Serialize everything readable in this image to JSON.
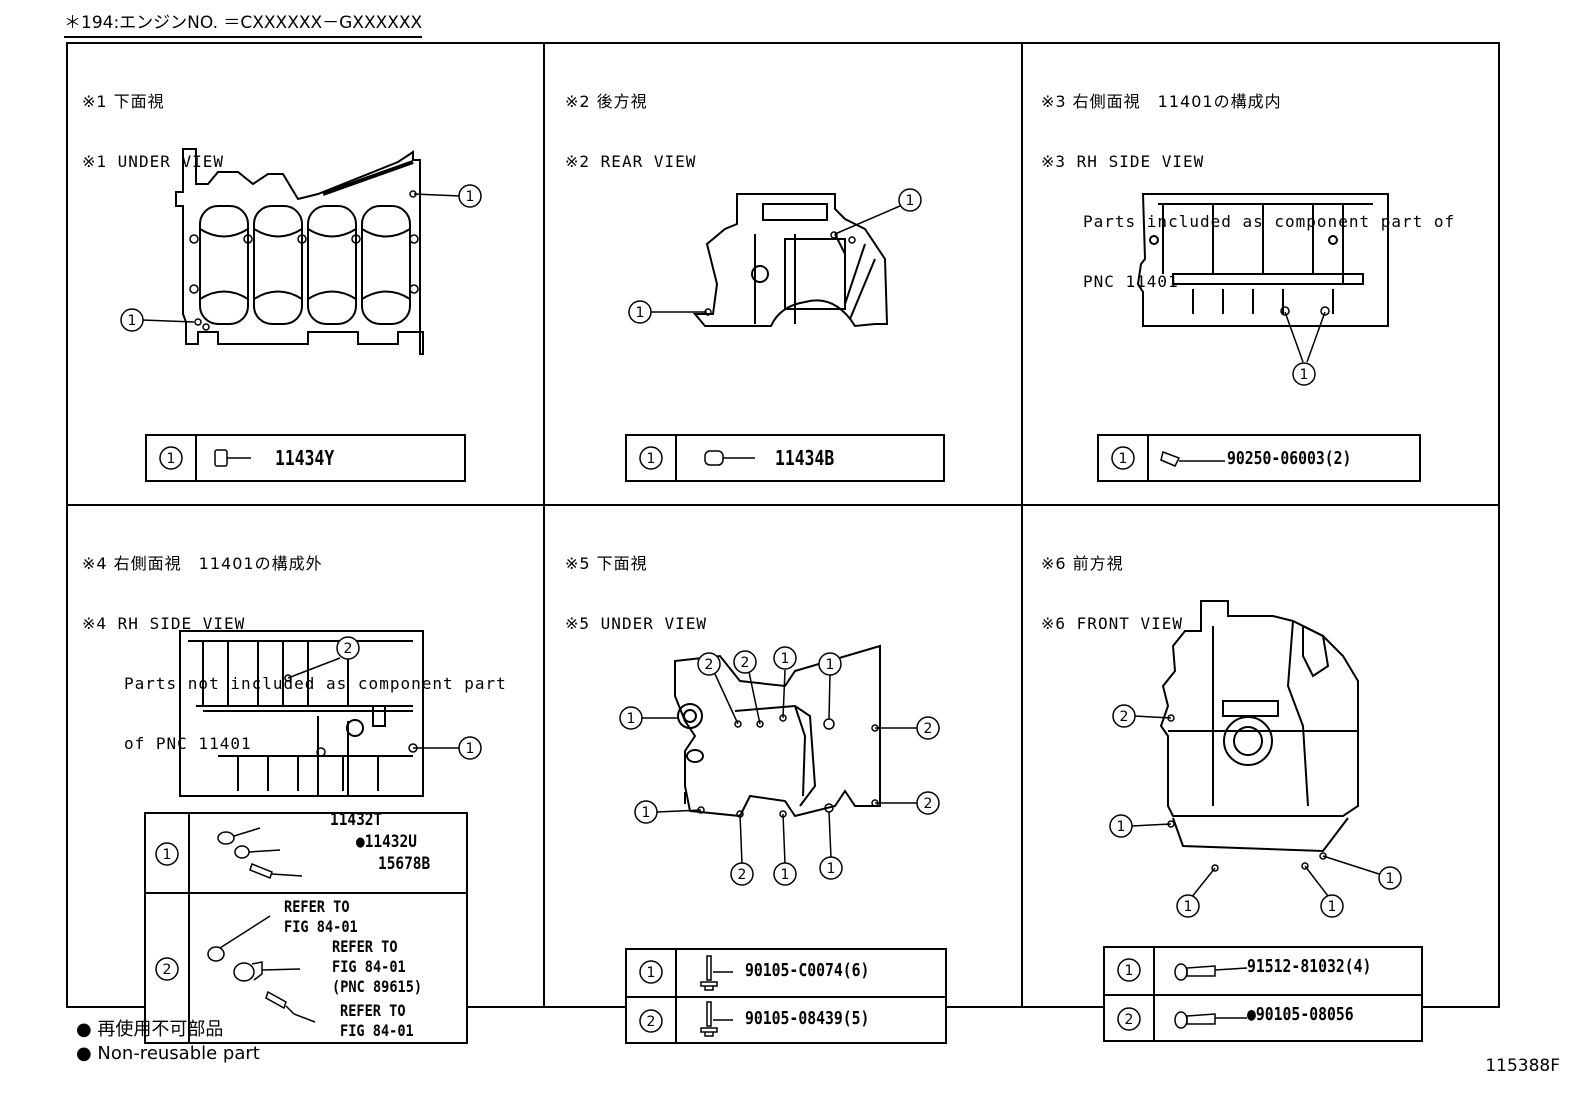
{
  "header_note": "＊194:エンジンNO. ＝CXXXXXX－GXXXXXX",
  "panels": [
    {
      "jp": "※1 下面視",
      "en": "※1 UNDER VIEW",
      "extra": [],
      "parts": [
        {
          "key": "1",
          "pnc": "11434Y"
        }
      ]
    },
    {
      "jp": "※2 後方視",
      "en": "※2 REAR VIEW",
      "extra": [],
      "parts": [
        {
          "key": "1",
          "pnc": "11434B"
        }
      ]
    },
    {
      "jp": "※3 右側面視　11401の構成内",
      "en": "※3 RH SIDE VIEW",
      "extra": [
        "Parts included as component part of",
        "PNC 11401"
      ],
      "parts": [
        {
          "key": "1",
          "pnc": "90250-06003(2)"
        }
      ]
    },
    {
      "jp": "※4 右側面視　11401の構成外",
      "en": "※4 RH SIDE VIEW",
      "extra": [
        "Parts not included as component part",
        "of PNC 11401"
      ],
      "parts": [
        {
          "key": "1",
          "lines": [
            "11432T",
            "●11432U",
            "15678B"
          ]
        },
        {
          "key": "2",
          "lines": [
            "REFER TO",
            "FIG 84-01",
            "REFER TO",
            "FIG 84-01",
            "(PNC 89615)",
            "REFER TO",
            "FIG 84-01"
          ]
        }
      ]
    },
    {
      "jp": "※5 下面視",
      "en": "※5 UNDER VIEW",
      "extra": [],
      "parts": [
        {
          "key": "1",
          "pnc": "90105-C0074(6)"
        },
        {
          "key": "2",
          "pnc": "90105-08439(5)"
        }
      ]
    },
    {
      "jp": "※6 前方視",
      "en": "※6 FRONT VIEW",
      "extra": [],
      "parts": [
        {
          "key": "1",
          "pnc": "91512-81032(4)"
        },
        {
          "key": "2",
          "pnc": "●90105-08056"
        }
      ]
    }
  ],
  "footer": {
    "jp": "● 再使用不可部品",
    "en": "● Non-reusable part"
  },
  "figure_code": "115388F"
}
